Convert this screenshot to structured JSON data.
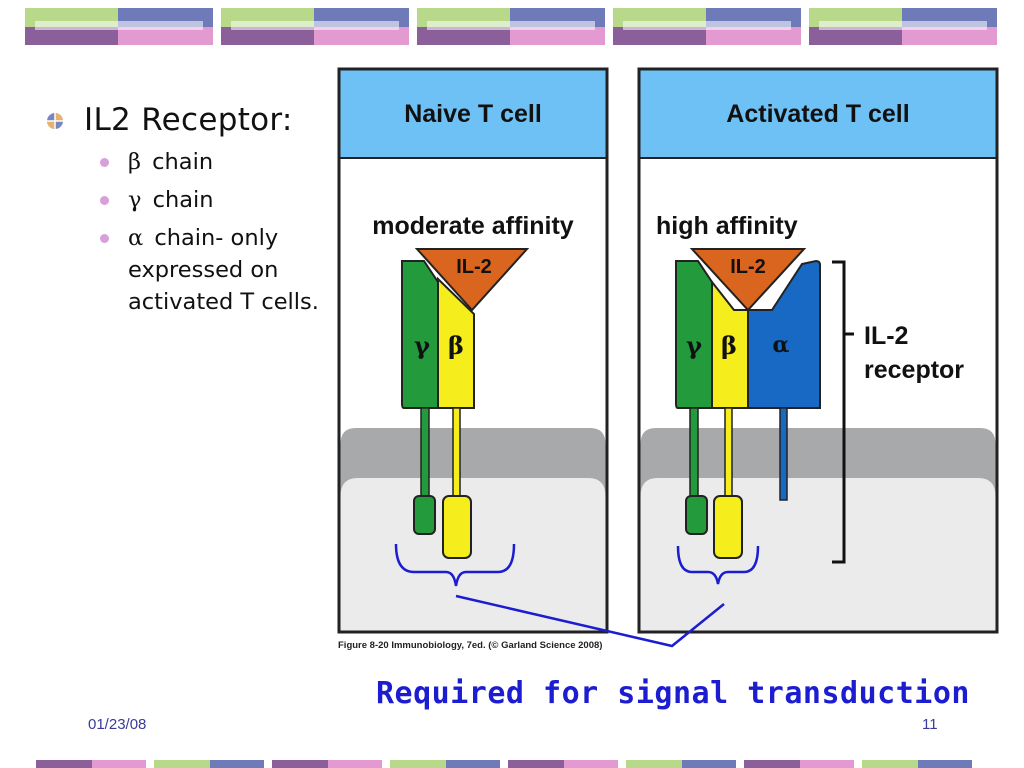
{
  "slide": {
    "bullet_title": "IL2 Receptor:",
    "sub_bullets": [
      {
        "greek": "β",
        "text": "chain"
      },
      {
        "greek": "γ",
        "text": "chain"
      },
      {
        "greek": "α",
        "text": "chain- only expressed on activated T cells."
      }
    ],
    "caption": "Required for signal transduction",
    "date": "01/23/08",
    "page_number": "11"
  },
  "figure": {
    "left_panel": {
      "title": "Naive T cell",
      "affinity": "moderate affinity",
      "ligand": "IL-2",
      "chains": [
        "γ",
        "β"
      ]
    },
    "right_panel": {
      "title": "Activated T cell",
      "affinity": "high affinity",
      "ligand": "IL-2",
      "chains": [
        "γ",
        "β",
        "α"
      ]
    },
    "bracket_label_line1": "IL-2",
    "bracket_label_line2": "receptor",
    "credit": "Figure 8-20  Immunobiology, 7ed. (© Garland Science 2008)"
  },
  "colors": {
    "header_blue": "#6ec1f5",
    "gamma_green": "#239a3b",
    "beta_yellow": "#f5ee1c",
    "alpha_blue": "#1769c4",
    "il2_orange": "#d9651e",
    "membrane_gray": "#a7a9ab",
    "cytoplasm_gray": "#ebebeb",
    "caption_blue": "#1c1cd0"
  }
}
